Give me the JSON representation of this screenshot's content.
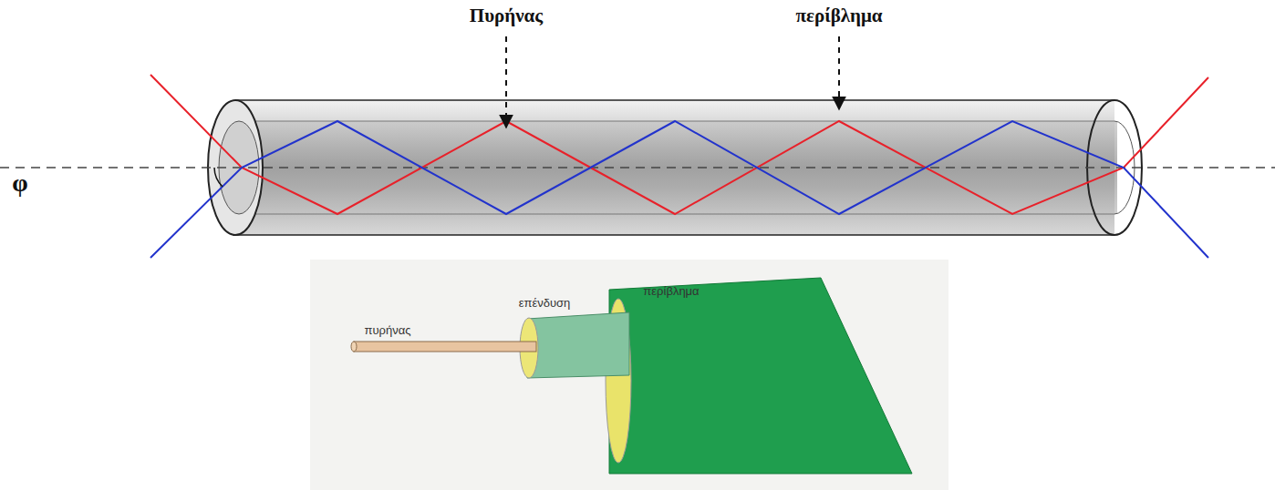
{
  "diagram": {
    "labels": [
      "Πυρήνας",
      "περίβλημα",
      "φ",
      "περίβλημα",
      "επένδυση",
      "πυρήνας"
    ]
  }
}
